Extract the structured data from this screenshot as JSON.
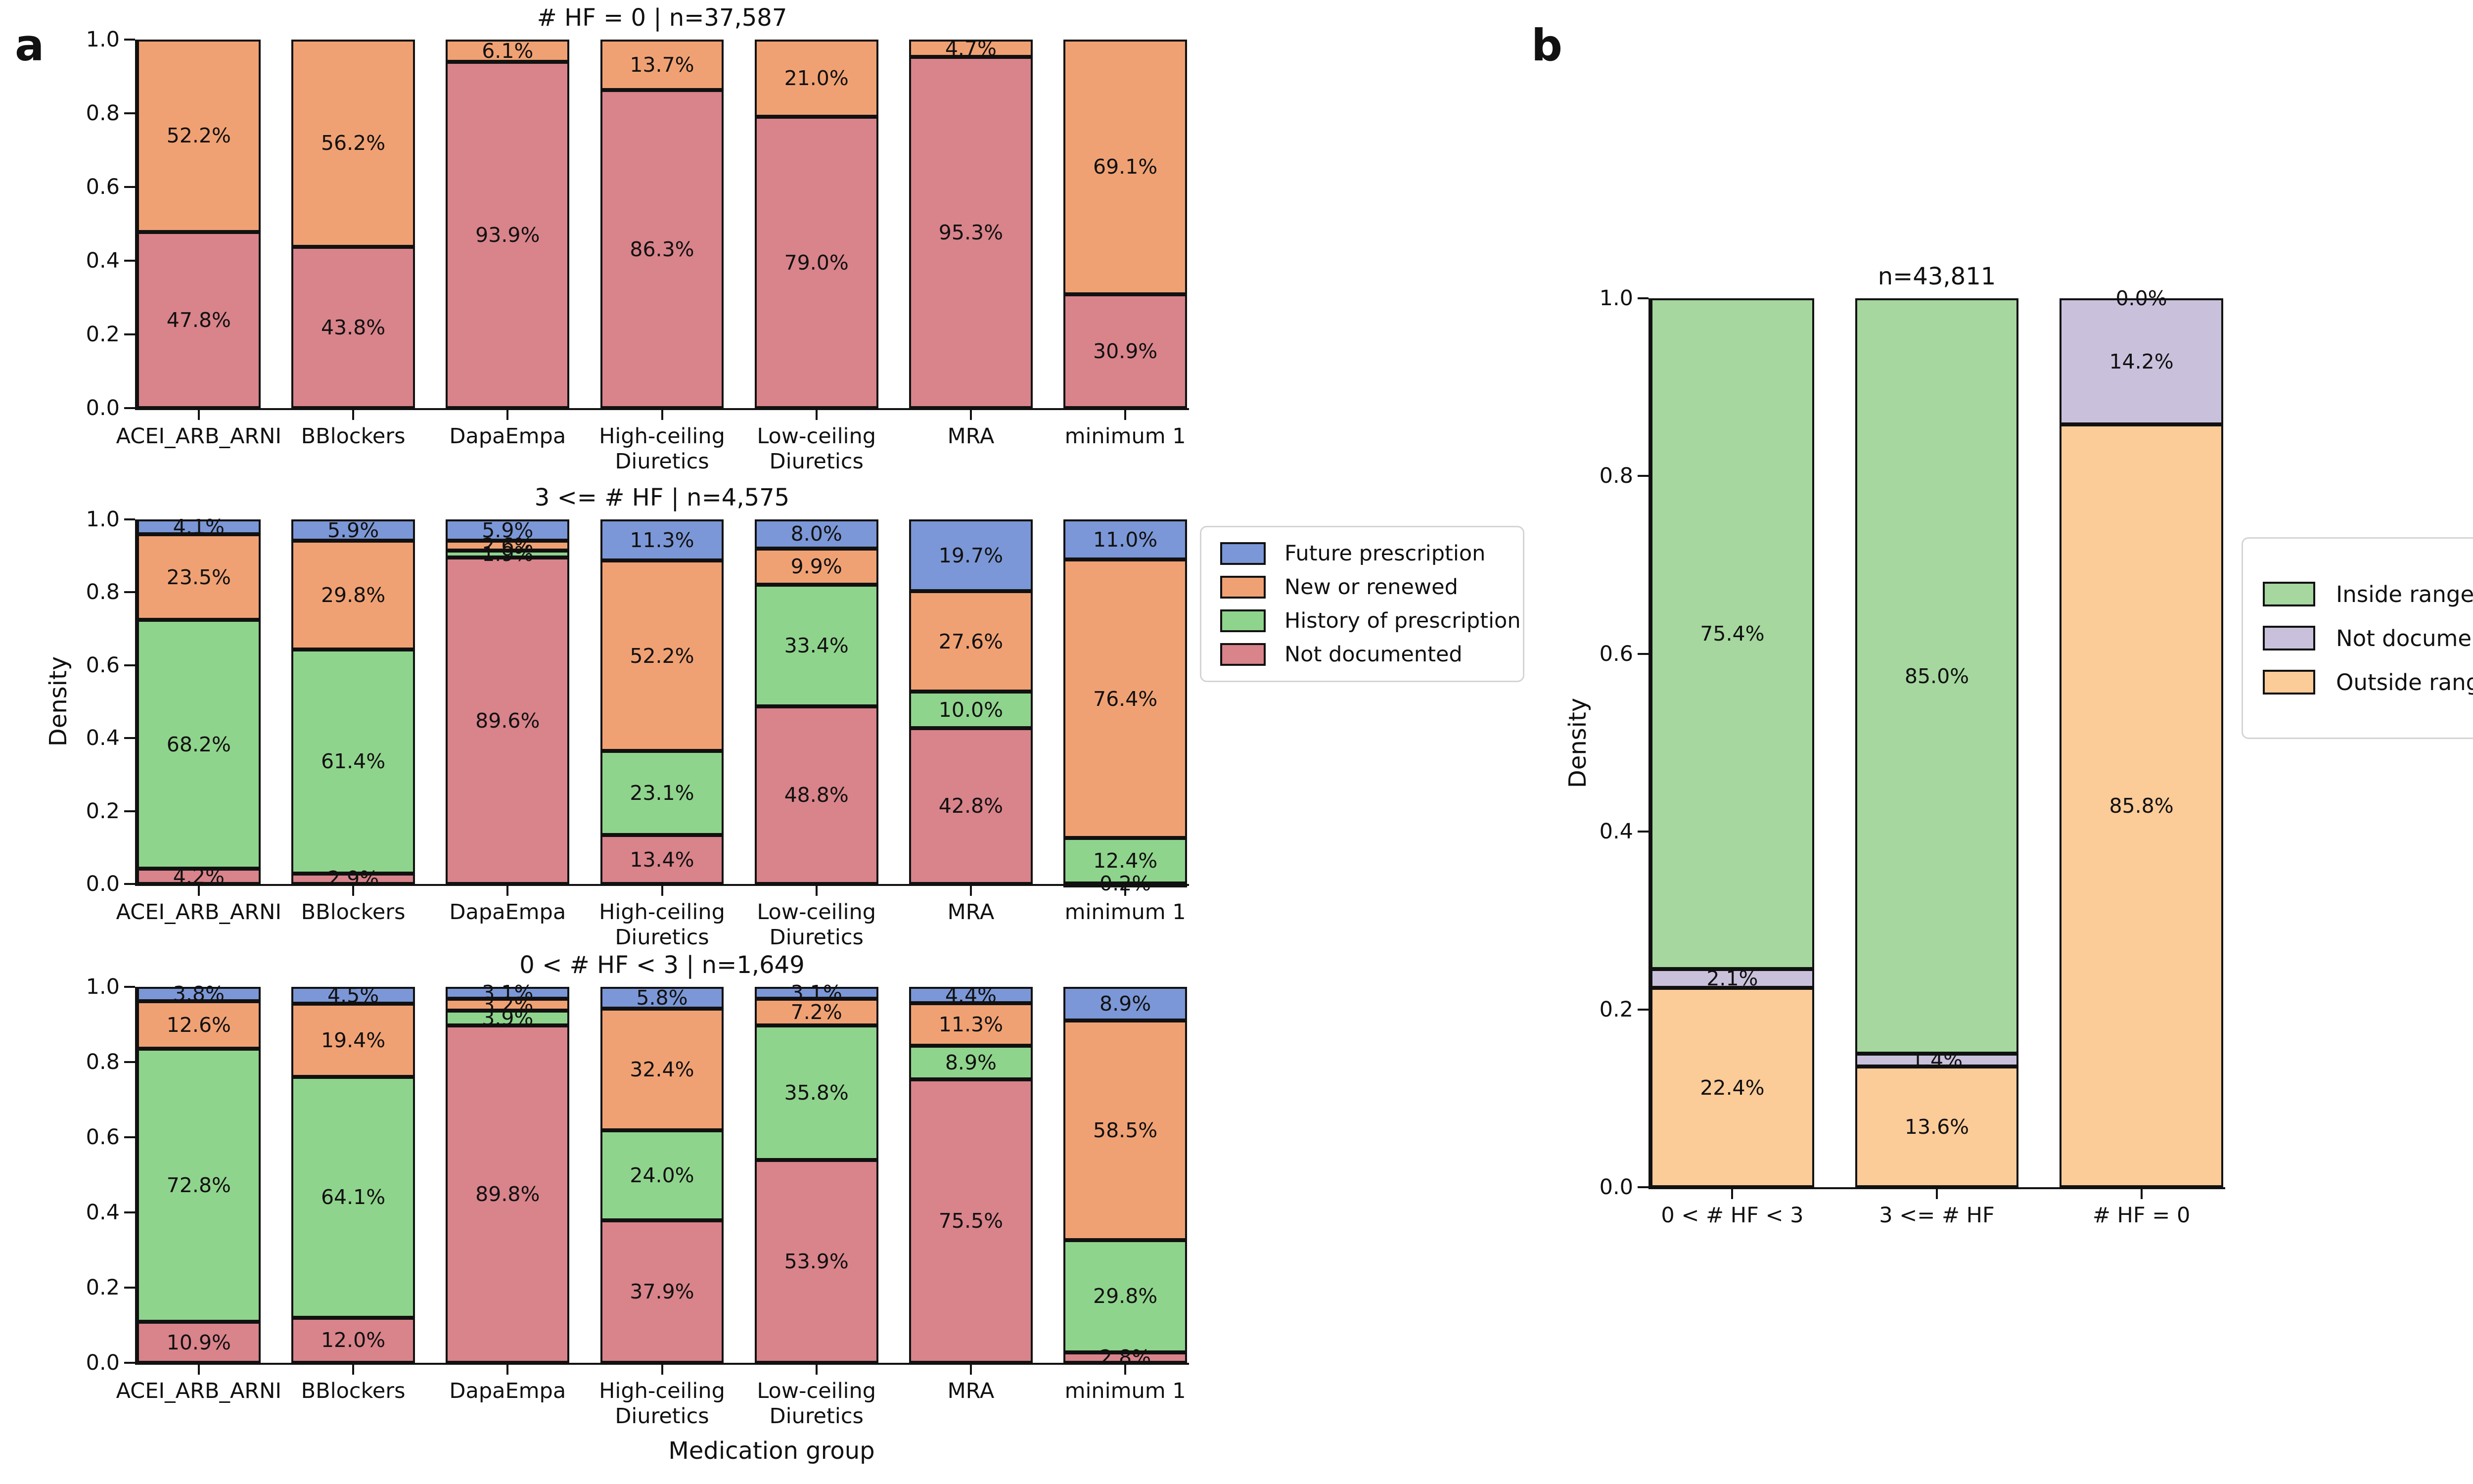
{
  "panel_a": {
    "label": "a",
    "ylabel": "Density",
    "xlabel": "Medication group",
    "legend": {
      "items": [
        {
          "label": "Future prescription",
          "color": "#7b97d7"
        },
        {
          "label": "New or renewed",
          "color": "#f0a173"
        },
        {
          "label": "History of prescription",
          "color": "#8fd48c"
        },
        {
          "label": "Not documented",
          "color": "#d9838b"
        }
      ]
    }
  },
  "panel_b": {
    "label": "b",
    "ylabel": "Density",
    "legend": {
      "items": [
        {
          "label": "Inside range",
          "color": "#a5d79e"
        },
        {
          "label": "Not documented",
          "color": "#c9c1dc"
        },
        {
          "label": "Outside range",
          "color": "#fbcb98"
        }
      ]
    }
  },
  "chart_data": [
    {
      "id": "hf-eq-0",
      "type": "bar",
      "stacked": true,
      "title": "# HF = 0 | n=37,587",
      "ylabel": "",
      "xlabel": "",
      "ylim": [
        0,
        1
      ],
      "yticks": [
        "0.0",
        "0.2",
        "0.4",
        "0.6",
        "0.8",
        "1.0"
      ],
      "grid": false,
      "categories": [
        "ACEI_ARB_ARNI",
        "BBlockers",
        "DapaEmpa",
        "High-ceiling\nDiuretics",
        "Low-ceiling\nDiuretics",
        "MRA",
        "minimum 1"
      ],
      "series": [
        {
          "name": "Not documented",
          "color": "#d9838b",
          "values": [
            47.8,
            43.8,
            93.9,
            86.3,
            79.0,
            95.3,
            30.9
          ],
          "labels": [
            "47.8%",
            "43.8%",
            "93.9%",
            "86.3%",
            "79.0%",
            "95.3%",
            "30.9%"
          ]
        },
        {
          "name": "New or renewed",
          "color": "#f0a173",
          "values": [
            52.2,
            56.2,
            6.1,
            13.7,
            21.0,
            4.7,
            69.1
          ],
          "labels": [
            "52.2%",
            "56.2%",
            "6.1%",
            "13.7%",
            "21.0%",
            "4.7%",
            "69.1%"
          ]
        }
      ]
    },
    {
      "id": "hf-ge-3",
      "type": "bar",
      "stacked": true,
      "title": "3 <= # HF | n=4,575",
      "ylabel": "Density",
      "xlabel": "",
      "ylim": [
        0,
        1
      ],
      "yticks": [
        "0.0",
        "0.2",
        "0.4",
        "0.6",
        "0.8",
        "1.0"
      ],
      "grid": false,
      "categories": [
        "ACEI_ARB_ARNI",
        "BBlockers",
        "DapaEmpa",
        "High-ceiling\nDiuretics",
        "Low-ceiling\nDiuretics",
        "MRA",
        "minimum 1"
      ],
      "series": [
        {
          "name": "Not documented",
          "color": "#d9838b",
          "values": [
            4.2,
            2.9,
            89.6,
            13.4,
            48.8,
            42.8,
            0.2
          ],
          "labels": [
            "4.2%",
            "2.9%",
            "89.6%",
            "13.4%",
            "48.8%",
            "42.8%",
            "0.2%"
          ]
        },
        {
          "name": "History of prescription",
          "color": "#8fd48c",
          "values": [
            68.2,
            61.4,
            1.9,
            23.1,
            33.4,
            10.0,
            12.4
          ],
          "labels": [
            "68.2%",
            "61.4%",
            "1.9%",
            "23.1%",
            "33.4%",
            "10.0%",
            "12.4%"
          ]
        },
        {
          "name": "New or renewed",
          "color": "#f0a173",
          "values": [
            23.5,
            29.8,
            2.6,
            52.2,
            9.9,
            27.6,
            76.4
          ],
          "labels": [
            "23.5%",
            "29.8%",
            "2.6%",
            "52.2%",
            "9.9%",
            "27.6%",
            "76.4%"
          ]
        },
        {
          "name": "Future prescription",
          "color": "#7b97d7",
          "values": [
            4.1,
            5.9,
            5.9,
            11.3,
            8.0,
            19.7,
            11.0
          ],
          "labels": [
            "4.1%",
            "5.9%",
            "5.9%",
            "11.3%",
            "8.0%",
            "19.7%",
            "11.0%"
          ]
        }
      ]
    },
    {
      "id": "hf-0-to-3",
      "type": "bar",
      "stacked": true,
      "title": "0 < # HF < 3 | n=1,649",
      "ylabel": "",
      "xlabel": "Medication group",
      "ylim": [
        0,
        1
      ],
      "yticks": [
        "0.0",
        "0.2",
        "0.4",
        "0.6",
        "0.8",
        "1.0"
      ],
      "grid": false,
      "categories": [
        "ACEI_ARB_ARNI",
        "BBlockers",
        "DapaEmpa",
        "High-ceiling\nDiuretics",
        "Low-ceiling\nDiuretics",
        "MRA",
        "minimum 1"
      ],
      "series": [
        {
          "name": "Not documented",
          "color": "#d9838b",
          "values": [
            10.9,
            12.0,
            89.8,
            37.9,
            53.9,
            75.5,
            2.8
          ],
          "labels": [
            "10.9%",
            "12.0%",
            "89.8%",
            "37.9%",
            "53.9%",
            "75.5%",
            "2.8%"
          ]
        },
        {
          "name": "History of prescription",
          "color": "#8fd48c",
          "values": [
            72.8,
            64.1,
            3.9,
            24.0,
            35.8,
            8.9,
            29.8
          ],
          "labels": [
            "72.8%",
            "64.1%",
            "3.9%",
            "24.0%",
            "35.8%",
            "8.9%",
            "29.8%"
          ]
        },
        {
          "name": "New or renewed",
          "color": "#f0a173",
          "values": [
            12.6,
            19.4,
            3.2,
            32.4,
            7.2,
            11.3,
            58.5
          ],
          "labels": [
            "12.6%",
            "19.4%",
            "3.2%",
            "32.4%",
            "7.2%",
            "11.3%",
            "58.5%"
          ]
        },
        {
          "name": "Future prescription",
          "color": "#7b97d7",
          "values": [
            3.8,
            4.5,
            3.1,
            5.8,
            3.1,
            4.4,
            8.9
          ],
          "labels": [
            "3.8%",
            "4.5%",
            "3.1%",
            "5.8%",
            "3.1%",
            "4.4%",
            "8.9%"
          ]
        }
      ]
    },
    {
      "id": "hf-ranges",
      "type": "bar",
      "stacked": true,
      "title": "n=43,811",
      "ylabel": "Density",
      "xlabel": "",
      "ylim": [
        0,
        1
      ],
      "yticks": [
        "0.0",
        "0.2",
        "0.4",
        "0.6",
        "0.8",
        "1.0"
      ],
      "grid": false,
      "categories": [
        "0 < # HF < 3",
        "3 <= # HF",
        "# HF = 0"
      ],
      "series": [
        {
          "name": "Outside range",
          "color": "#fbcb98",
          "values": [
            22.4,
            13.6,
            85.8
          ],
          "labels": [
            "22.4%",
            "13.6%",
            "85.8%"
          ]
        },
        {
          "name": "Not documented",
          "color": "#c9c1dc",
          "values": [
            2.1,
            1.4,
            14.2
          ],
          "labels": [
            "2.1%",
            "1.4%",
            "14.2%"
          ]
        },
        {
          "name": "Inside range",
          "color": "#a5d79e",
          "values": [
            75.4,
            85.0,
            0.0
          ],
          "labels": [
            "75.4%",
            "85.0%",
            "0.0%"
          ]
        }
      ]
    }
  ]
}
